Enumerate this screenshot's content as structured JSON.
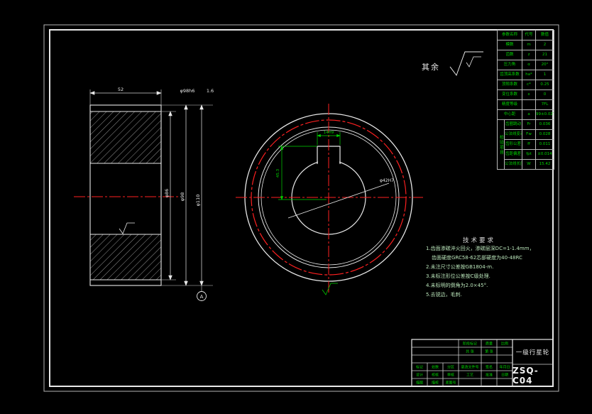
{
  "surface": {
    "note": "其余"
  },
  "dims": {
    "width_top": "52",
    "top_label_1": "φ98h6",
    "top_label_2": "1.6",
    "dia_1": "φ86",
    "dia_2": "φ98",
    "dia_3": "φ110",
    "datum": "A",
    "keyway_width": "14H9",
    "keyway_depth": "45.3",
    "bore": "φ42H7"
  },
  "tech_req": {
    "title": "技术要求",
    "items": [
      "1.齿面渗碳淬火回火，渗碳层深DC=1-1.4mm，",
      "齿面硬度GRC58-62芯部硬度为40-48RC",
      "2.未注尺寸公差按GB1804-m.",
      "3.未标注形位公差按C级处理.",
      "4.未标明的倒角为2.0×45°.",
      "5.去锐边，毛刺."
    ]
  },
  "param_table": {
    "header": {
      "c1": "参数名称",
      "c2": "代号",
      "c3": "数值"
    },
    "rows": [
      {
        "c1": "模数",
        "c2": "m",
        "c3": "2"
      },
      {
        "c1": "齿数",
        "c2": "z",
        "c3": "21"
      },
      {
        "c1": "压力角",
        "c2": "α",
        "c3": "20°"
      },
      {
        "c1": "齿顶高系数",
        "c2": "ha*",
        "c3": "1"
      },
      {
        "c1": "顶隙系数",
        "c2": "c*",
        "c3": "0.25"
      },
      {
        "c1": "变位系数",
        "c2": "x",
        "c3": "0"
      },
      {
        "c1": "精度等级",
        "c2": "",
        "c3": "7FL"
      },
      {
        "c1": "中心距",
        "c2": "a",
        "c3": "99±0.027"
      }
    ],
    "inspect_label": "检验项目",
    "inspect_rows": [
      {
        "c1": "齿圈跳动",
        "c2": "Fr",
        "c3": "0.036"
      },
      {
        "c1": "公法线变动",
        "c2": "Fw",
        "c3": "0.028"
      },
      {
        "c1": "齿形公差",
        "c2": "ff",
        "c3": "0.011"
      },
      {
        "c1": "齿距偏差",
        "c2": "fpt",
        "c3": "±0.014"
      },
      {
        "c1": "公法线长度",
        "c2": "W",
        "c3": "15.42"
      }
    ]
  },
  "title_block": {
    "part_name": "一级行星轮",
    "drawing_no": "ZSQ-C04",
    "cells_row1": [
      "标记",
      "处数",
      "分区",
      "更改文件号",
      "签名",
      "年月日"
    ],
    "cells_row2": [
      "设计",
      "校核",
      "审核",
      "工艺",
      "批准",
      "日期"
    ],
    "cells_row3": [
      "描图",
      "描校",
      "底图号"
    ],
    "cells_top": [
      "阶段标记",
      "质量",
      "比例",
      "共 张",
      "第 张"
    ]
  }
}
